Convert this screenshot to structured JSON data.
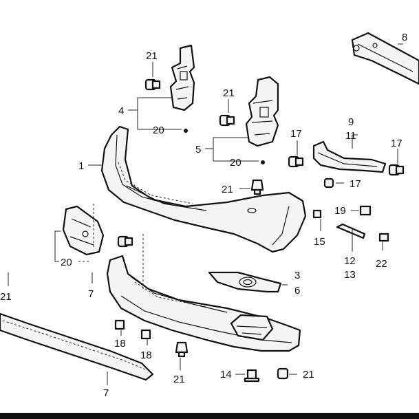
{
  "diagram": {
    "callouts": {
      "c1": "1",
      "c3": "3",
      "c4": "4",
      "c5": "5",
      "c6": "6",
      "c7a": "7",
      "c7b": "7",
      "c8": "8",
      "c9": "9",
      "c11": "11",
      "c12": "12",
      "c13": "13",
      "c14": "14",
      "c15": "15",
      "c17a": "17",
      "c17b": "17",
      "c17c": "17",
      "c18a": "18",
      "c18b": "18",
      "c19": "19",
      "c20a": "20",
      "c20b": "20",
      "c20c": "20",
      "c21a": "21",
      "c21b": "21",
      "c21c": "21",
      "c21d": "21",
      "c21e": "21",
      "c21f": "21",
      "c22": "22"
    }
  }
}
